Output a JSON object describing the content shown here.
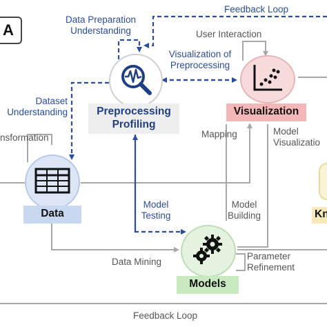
{
  "panel": {
    "letter": "A"
  },
  "nodes": {
    "preprocessing": {
      "label_line1": "Preprocessing",
      "label_line2": "Profiling"
    },
    "visualization": {
      "label": "Visualization"
    },
    "data": {
      "label": "Data"
    },
    "models": {
      "label": "Models"
    },
    "knowledge": {
      "label_partial": "Kn"
    }
  },
  "edges": {
    "feedback_top": "Feedback Loop",
    "feedback_bottom": "Feedback Loop",
    "data_prep_line1": "Data Preparation",
    "data_prep_line2": "Understanding",
    "user_interaction": "User Interaction",
    "vis_prep_line1": "Visualization of",
    "vis_prep_line2": "Preprocessing",
    "dataset_line1": "Dataset",
    "dataset_line2": "Understanding",
    "transformation": "nsformation",
    "mapping": "Mapping",
    "model_vis_line1": "Model",
    "model_vis_line2": "Visualizatio",
    "model_testing_line1": "Model",
    "model_testing_line2": "Testing",
    "model_building_line1": "Model",
    "model_building_line2": "Building",
    "data_mining": "Data Mining",
    "param_line1": "Parameter",
    "param_line2": "Refinement"
  },
  "colors": {
    "dashed_blue": "#2a4d9b",
    "solid_gray": "#a8a8a8",
    "vis_tag": "#f4b7b7",
    "data_tag": "#c9d8f1",
    "models_tag": "#c9e9c0",
    "prep_tag": "#eeeeee",
    "knowledge_tag": "#f8eab8"
  },
  "icons": {
    "preprocessing": "waveform-magnifier-icon",
    "visualization": "scatter-plot-icon",
    "data": "table-grid-icon",
    "models": "gears-icon"
  }
}
